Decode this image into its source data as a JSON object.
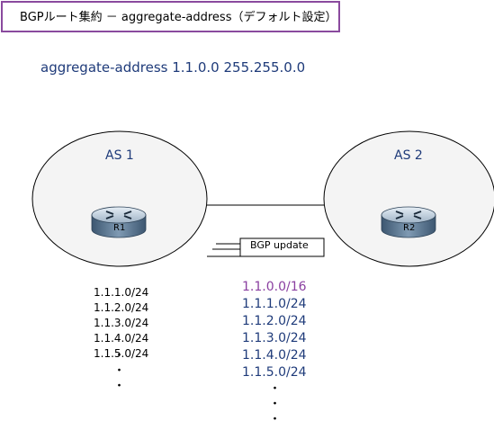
{
  "title": "BGPルート集約 － aggregate-address（デフォルト設定）",
  "command": "aggregate-address 1.1.0.0 255.255.0.0",
  "as1": {
    "label": "AS 1",
    "router": "R1"
  },
  "as2": {
    "label": "AS 2",
    "router": "R2"
  },
  "update_label": "BGP update",
  "left_routes": [
    "1.1.1.0/24",
    "1.1.2.0/24",
    "1.1.3.0/24",
    "1.1.4.0/24",
    "1.1.5.0/24"
  ],
  "right_aggregate": "1.1.0.0/16",
  "right_routes": [
    "1.1.1.0/24",
    "1.1.2.0/24",
    "1.1.3.0/24",
    "1.1.4.0/24",
    "1.1.5.0/24"
  ],
  "ellipsis_dot": "・",
  "colors": {
    "border": "#8a4a9e",
    "text_blue": "#1f3b7a",
    "aggregate": "#8a3fa0"
  }
}
